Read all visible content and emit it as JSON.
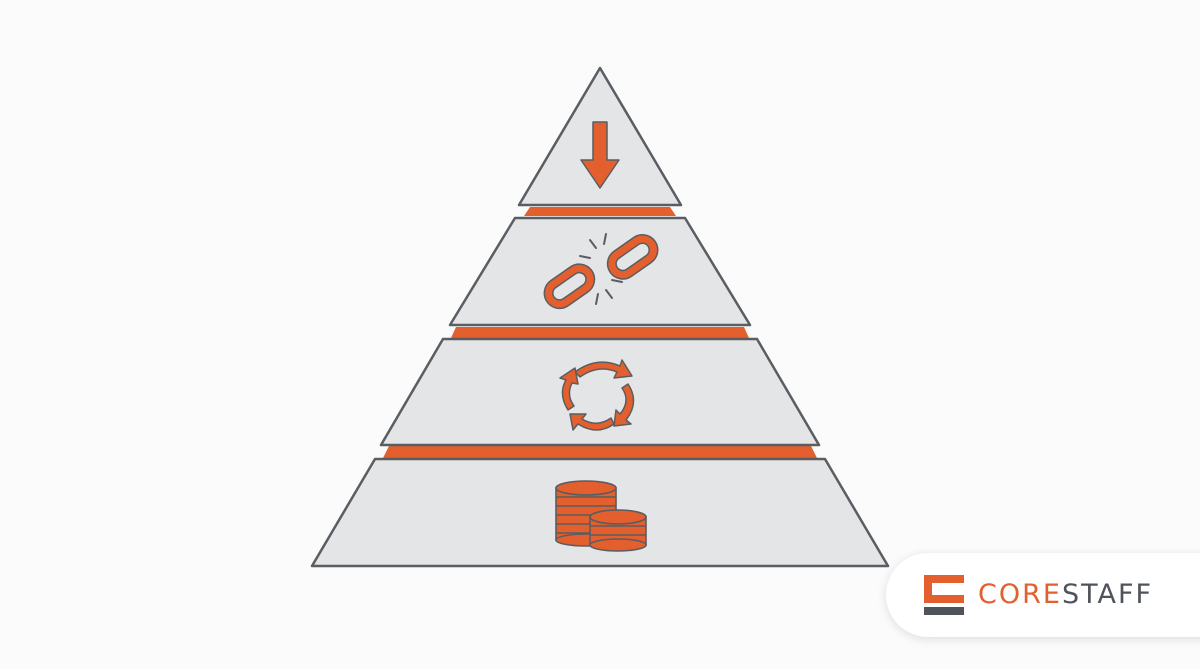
{
  "diagram": {
    "type": "pyramid",
    "tiers": [
      {
        "id": "top",
        "icon": "down-arrow-icon"
      },
      {
        "id": "second",
        "icon": "broken-chain-icon"
      },
      {
        "id": "third",
        "icon": "cycle-arrows-icon"
      },
      {
        "id": "base",
        "icon": "coin-stack-icon"
      }
    ],
    "colors": {
      "tier_fill": "#e4e5e7",
      "outline": "#5a5d61",
      "band": "#e35f2d",
      "icon": "#e35f2d"
    }
  },
  "brand": {
    "name_part1": "CORE",
    "name_part2": "STAFF",
    "logo_icon": "corestaff-logo-icon",
    "colors": {
      "accent": "#e35f2d",
      "text": "#4e545a"
    }
  }
}
